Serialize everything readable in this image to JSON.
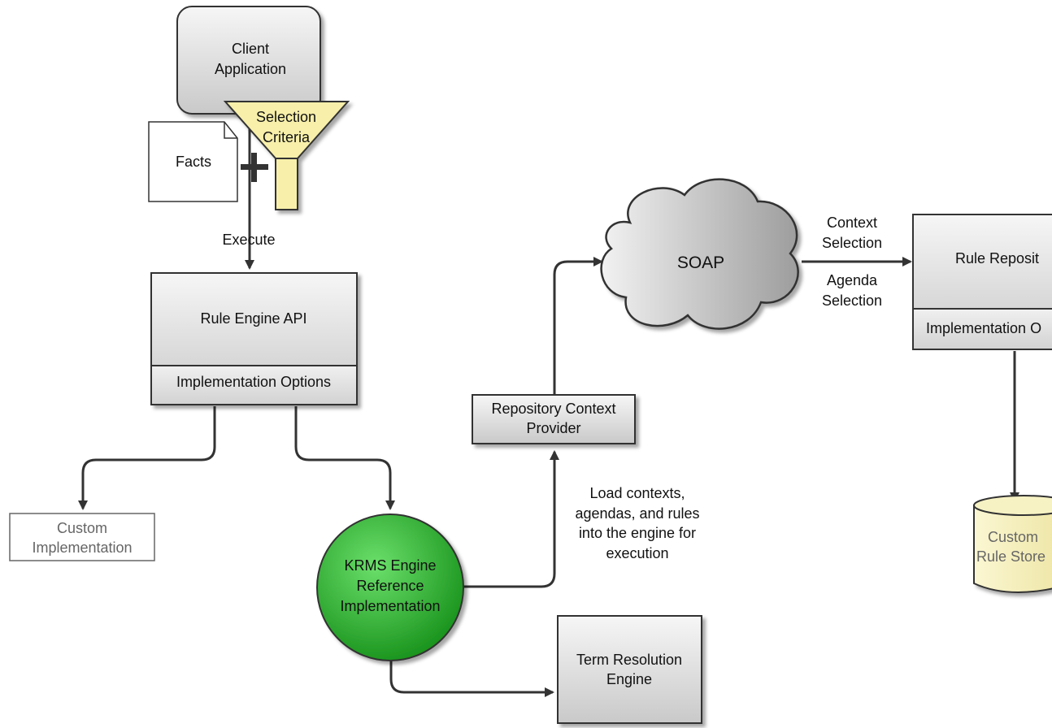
{
  "nodes": {
    "client_app": [
      "Client",
      "Application"
    ],
    "selection_criteria": [
      "Selection",
      "Criteria"
    ],
    "facts": "Facts",
    "rule_engine_api": "Rule Engine API",
    "impl_options": "Implementation Options",
    "custom_impl": [
      "Custom",
      "Implementation"
    ],
    "krms_engine": [
      "KRMS Engine",
      "Reference",
      "Implementation"
    ],
    "repo_context_provider": [
      "Repository Context",
      "Provider"
    ],
    "soap": "SOAP",
    "rule_repository": "Rule Reposit",
    "rule_repo_impl": "Implementation O",
    "term_resolution": [
      "Term Resolution",
      "Engine"
    ],
    "custom_rule_store": [
      "Custom",
      "Rule Store"
    ]
  },
  "labels": {
    "execute": "Execute",
    "context_selection": [
      "Context",
      "Selection"
    ],
    "agenda_selection": [
      "Agenda",
      "Selection"
    ],
    "load_contexts": [
      "Load contexts,",
      "agendas, and rules",
      "into the engine for",
      "execution"
    ]
  },
  "colors": {
    "box_fill_top": "#f4f4f4",
    "box_fill_bottom": "#c8c8c8",
    "funnel_fill": "#f7efaa",
    "krms_fill": "#2faa2f",
    "store_fill": "#f4efb8",
    "stroke": "#333333"
  }
}
